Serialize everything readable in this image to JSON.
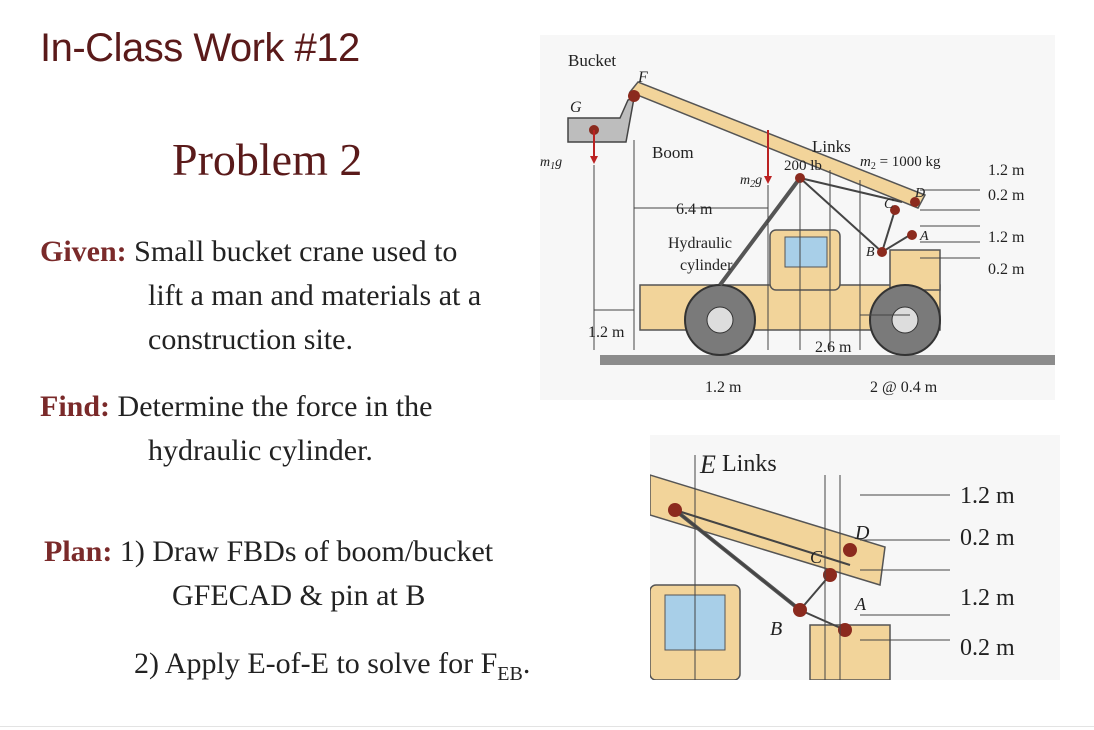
{
  "slide": {
    "title": "In-Class Work #12",
    "problem": "Problem 2",
    "given_label": "Given:",
    "given_line1": "Small bucket crane used to",
    "given_line2": "lift a man and materials at a",
    "given_line3": "construction site.",
    "find_label": "Find:",
    "find_line1": "Determine the force in the",
    "find_line2": "hydraulic cylinder.",
    "plan_label": "Plan:",
    "plan_line1": "1) Draw FBDs of boom/bucket",
    "plan_line2": "GFECAD & pin at B",
    "plan_line3_main": "2) Apply E-of-E to solve for F",
    "plan_line3_sub": "EB",
    "plan_line3_end": "."
  },
  "diagram_top": {
    "bucket": "Bucket",
    "F": "F",
    "G": "G",
    "m1g": "m",
    "m1g_sub": "1",
    "m1g_g": "g",
    "boom": "Boom",
    "m2g": "m",
    "m2g_sub": "2",
    "m2g_g": "g",
    "links": "Links",
    "load_200": "200 lb",
    "m2_eq": "m",
    "m2_eq_sub": "2",
    "m2_val": " = 1000 kg",
    "dim_64": "6.4 m",
    "hydraulic": "Hydraulic",
    "cylinder": "cylinder",
    "dim_12_left": "1.2 m",
    "dim_12_bot": "1.2 m",
    "dim_26": "2.6 m",
    "dim_204": "2 @ 0.4 m",
    "D": "D",
    "C": "C",
    "A": "A",
    "B": "B",
    "r12a": "1.2 m",
    "r02a": "0.2 m",
    "r12b": "1.2 m",
    "r02b": "0.2 m"
  },
  "diagram_detail": {
    "E": "E",
    "links": "Links",
    "D": "D",
    "C": "C",
    "A": "A",
    "B": "B",
    "r12a": "1.2 m",
    "r02a": "0.2 m",
    "r12b": "1.2 m",
    "r02b": "0.2 m"
  },
  "colors": {
    "title": "#5a1a1a",
    "label": "#7a2a2a",
    "boom": "#f2d49a",
    "ground": "#8c8c8c",
    "wheel": "#7a7a7a",
    "pin": "#8b2a1e",
    "glass": "#a8cfe8"
  }
}
